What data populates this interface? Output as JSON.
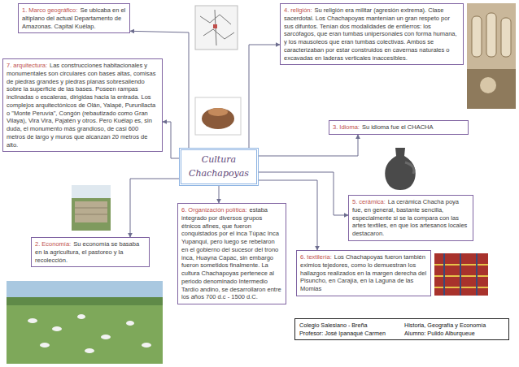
{
  "diagram": {
    "nodes": [
      {
        "text": [
          "Cultura Chachapoyas"
        ]
      },
      {
        "text": [
          "1. Marco geográfico:",
          "Se ubicaba en el altiplano del actual Departamento de Amazonas. Capital Kuélap."
        ]
      },
      {
        "text": [
          "7. arquitectura:",
          "Las construcciones habitacionales y monumentales son circulares con bases altas, comisas de piedras grandes y piedras planas sobresaliendo sobre la superficie de las bases. Poseen rampas inclinadas o escaleras, dirigidas hacia la entrada. Los complejos arquitectónicos de Olán, Yalapé, Purunllacta o \"Monte Peruvía\", Congón (rebautizado como Gran Vilaya), Vira Vira, Pajatén y otros. Pero Kuélap es, sin duda, el monumento más grandioso, de casi 600 metros de largo y muros que alcanzan 20 metros de alto."
        ]
      },
      {
        "text": [
          "2. Economía:",
          "Su economía se basaba en la agricultura, el pastoreo y la recolección."
        ]
      },
      {
        "text": [
          "6. Organización política:",
          "estaba integrado por diversos grupos étnicos afines, que fueron conquistados por el inca Túpac Inca Yupanqui, pero luego se rebelaron en el gobierno del sucesor del trono inca, Huayna Capac, sin embargo fueron sometidos finalmente. La cultura Chachapoyas pertenece al periodo denominado Intermedio Tardío andino, se desarrollaron entre los años 700 d.c - 1500 d.C."
        ]
      },
      {
        "text": [
          "4. religión:",
          "Su religión era militar (agresión extrema). Clase sacerdotal. Los Chachapoyas mantenían un gran respeto por sus difuntos. Tenían dos modalidades de entierros: los sarcófagos, que eran tumbas unipersonales con forma humana, y los mausoleos que eran tumbas colectivas. Ambos se caracterizaban por estar construidos en cavernas naturales o excavadas en laderas verticales inaccesibles."
        ]
      },
      {
        "text": [
          "3. Idioma:",
          "Su idioma fue el CHACHA"
        ]
      },
      {
        "text": [
          "5. cerámica:",
          "La cerámica Chacha poya fue, en general, bastante sencilla, especialmente si se la compara con las artes textiles, en que los artesanos locales destacaron."
        ]
      },
      {
        "text": [
          "6. textilería:",
          "Los Chachapoyas fueron también eximios tejedores, como lo demuestran los hallazgos realizados en la margen derecha del Pisuncho, en Carajía, en la Laguna de las Momias"
        ]
      },
      {
        "text": [
          "Colegio Salesiano - Breña",
          "Historia, Geografía y Economía",
          "Profesor: José Ipanaqué Carmen",
          "Alumno: Pulido Alburqueue"
        ]
      }
    ],
    "edges": [
      {
        "from": 0,
        "to": 1,
        "arrow": "to"
      },
      {
        "from": 0,
        "to": 2,
        "arrow": "to"
      },
      {
        "from": 0,
        "to": 3,
        "arrow": "to"
      },
      {
        "from": 0,
        "to": 4,
        "arrow": "to"
      },
      {
        "from": 0,
        "to": 5,
        "arrow": "to"
      },
      {
        "from": 0,
        "to": 6,
        "arrow": "to"
      },
      {
        "from": 0,
        "to": 7,
        "arrow": "to"
      },
      {
        "from": 0,
        "to": 8,
        "arrow": "to"
      }
    ]
  }
}
